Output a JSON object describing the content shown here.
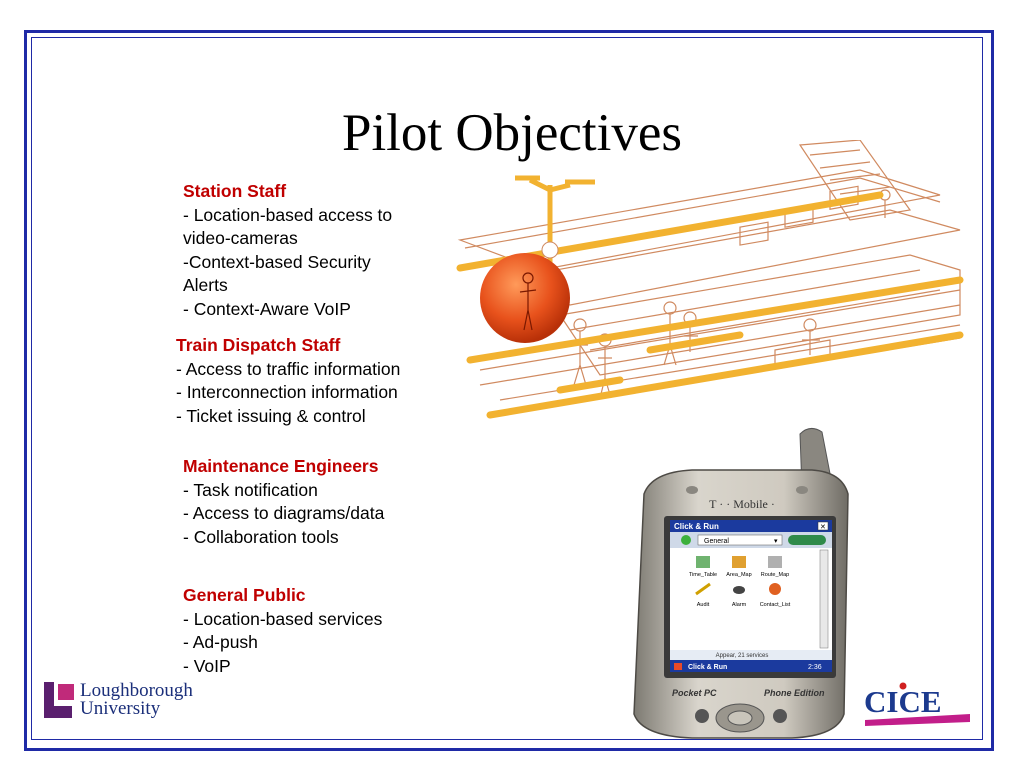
{
  "title": "Pilot Objectives",
  "sections": [
    {
      "heading": "Station Staff",
      "lines": [
        "- Location-based access to",
        "video-cameras",
        "-Context-based Security",
        "Alerts",
        "- Context-Aware VoIP"
      ]
    },
    {
      "heading": "Train Dispatch Staff",
      "lines": [
        "- Access to traffic information",
        "- Interconnection information",
        "- Ticket issuing & control"
      ]
    },
    {
      "heading": "Maintenance Engineers",
      "lines": [
        "- Task notification",
        "- Access to diagrams/data",
        "- Collaboration tools"
      ]
    },
    {
      "heading": "General Public",
      "lines": [
        "- Location-based services",
        "- Ad-push",
        "- VoIP"
      ]
    }
  ],
  "logos": {
    "left_line1": "Loughborough",
    "left_line2": "University",
    "right": "CICE"
  },
  "phone": {
    "brand": "T · · Mobile ·",
    "window_title": "Click & Run",
    "dropdown_value": "General",
    "apps": [
      "Time_Table",
      "Area_Map",
      "Route_Map",
      "Audit",
      "Alarm",
      "Contact_List"
    ],
    "status": "Appear, 21 services",
    "taskbar": "Click & Run",
    "clock": "2:36",
    "left_label": "Pocket PC",
    "right_label": "Phone Edition"
  },
  "colors": {
    "frame": "#1f2aa6",
    "heading": "#c00000",
    "rail": "#f2b230",
    "accent_orb": "#e8521c"
  }
}
